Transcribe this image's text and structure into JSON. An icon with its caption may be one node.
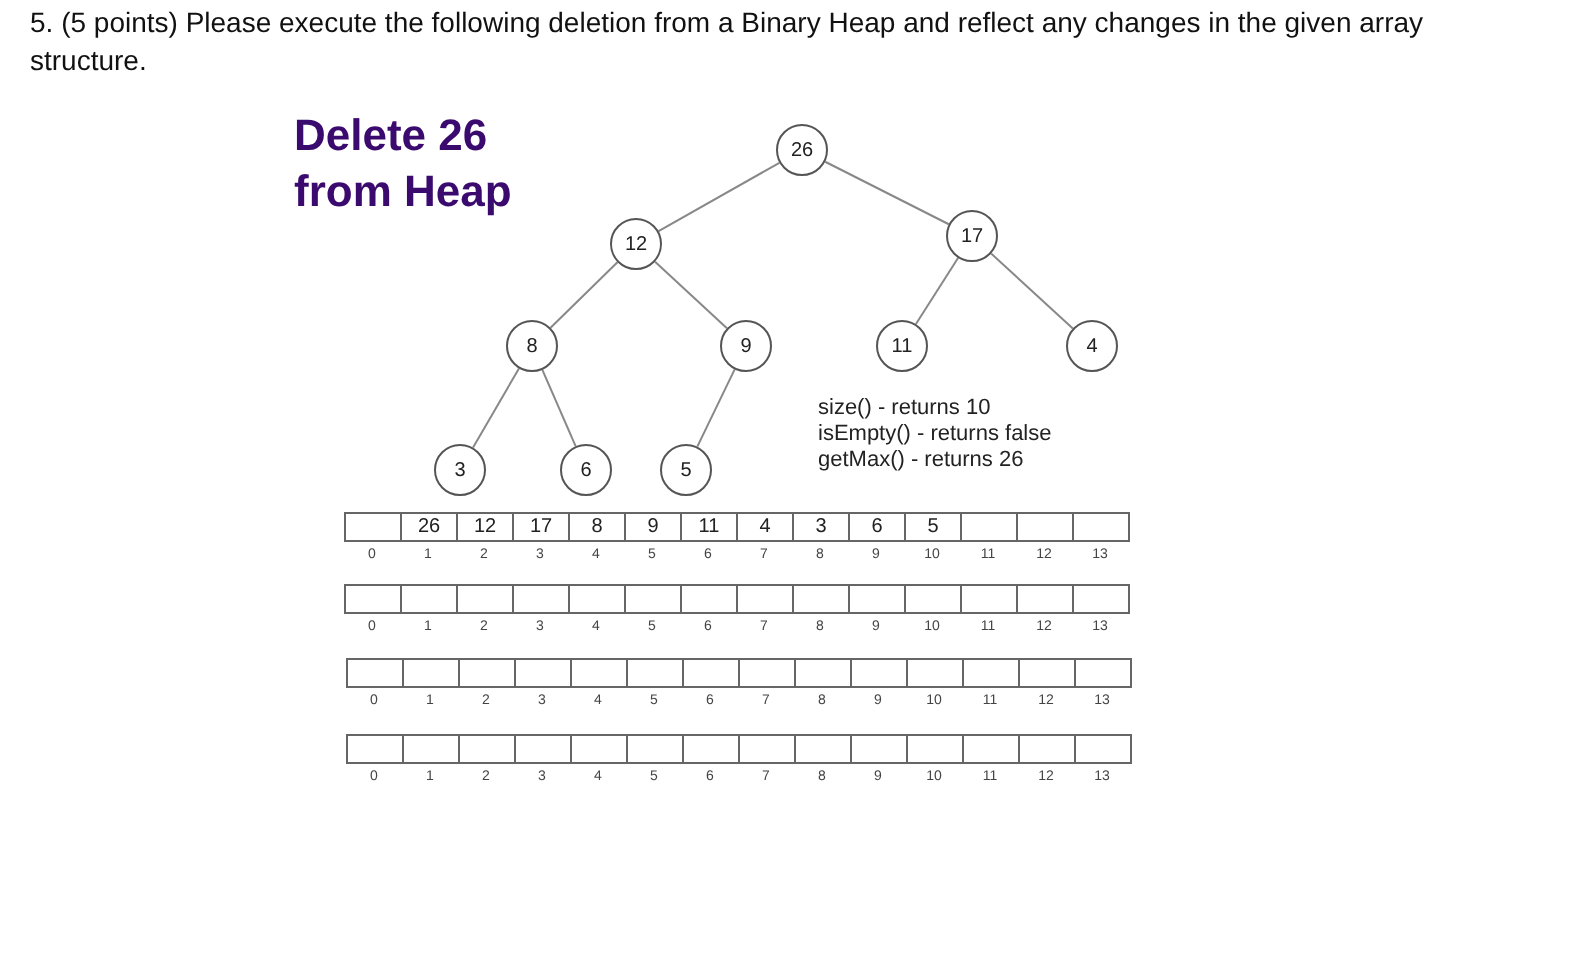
{
  "diagram": {
    "title": "5. (5 points) Please execute the following deletion from a Binary Heap and reflect any changes in the given array structure.",
    "nodes": [
      {
        "text": [
          "26"
        ]
      },
      {
        "text": [
          "12"
        ]
      },
      {
        "text": [
          "17"
        ]
      },
      {
        "text": [
          "8"
        ]
      },
      {
        "text": [
          "9"
        ]
      },
      {
        "text": [
          "11"
        ]
      },
      {
        "text": [
          "4"
        ]
      },
      {
        "text": [
          "3"
        ]
      },
      {
        "text": [
          "6"
        ]
      },
      {
        "text": [
          "5"
        ]
      }
    ],
    "edges": [
      {
        "from": 0,
        "to": 1,
        "arrow": "none"
      },
      {
        "from": 0,
        "to": 2,
        "arrow": "none"
      },
      {
        "from": 1,
        "to": 3,
        "arrow": "none"
      },
      {
        "from": 1,
        "to": 4,
        "arrow": "none"
      },
      {
        "from": 2,
        "to": 5,
        "arrow": "none"
      },
      {
        "from": 2,
        "to": 6,
        "arrow": "none"
      },
      {
        "from": 3,
        "to": 7,
        "arrow": "none"
      },
      {
        "from": 3,
        "to": 8,
        "arrow": "none"
      },
      {
        "from": 4,
        "to": 9,
        "arrow": "none"
      }
    ],
    "labels": [
      "Delete 26 from Heap",
      "size() - returns 10",
      "isEmpty() - returns false",
      "getMax() - returns 26",
      "26",
      "12",
      "17",
      "8",
      "9",
      "11",
      "4",
      "3",
      "6",
      "5",
      "0",
      "1",
      "2",
      "3",
      "4",
      "5",
      "6",
      "7",
      "8",
      "9",
      "10",
      "11",
      "12",
      "13",
      "0",
      "1",
      "2",
      "3",
      "4",
      "5",
      "6",
      "7",
      "8",
      "9",
      "10",
      "11",
      "12",
      "13",
      "0",
      "1",
      "2",
      "3",
      "4",
      "5",
      "6",
      "7",
      "8",
      "9",
      "10",
      "11",
      "12",
      "13",
      "0",
      "1",
      "2",
      "3",
      "4",
      "5",
      "6",
      "7",
      "8",
      "9",
      "10",
      "11",
      "12",
      "13"
    ]
  }
}
